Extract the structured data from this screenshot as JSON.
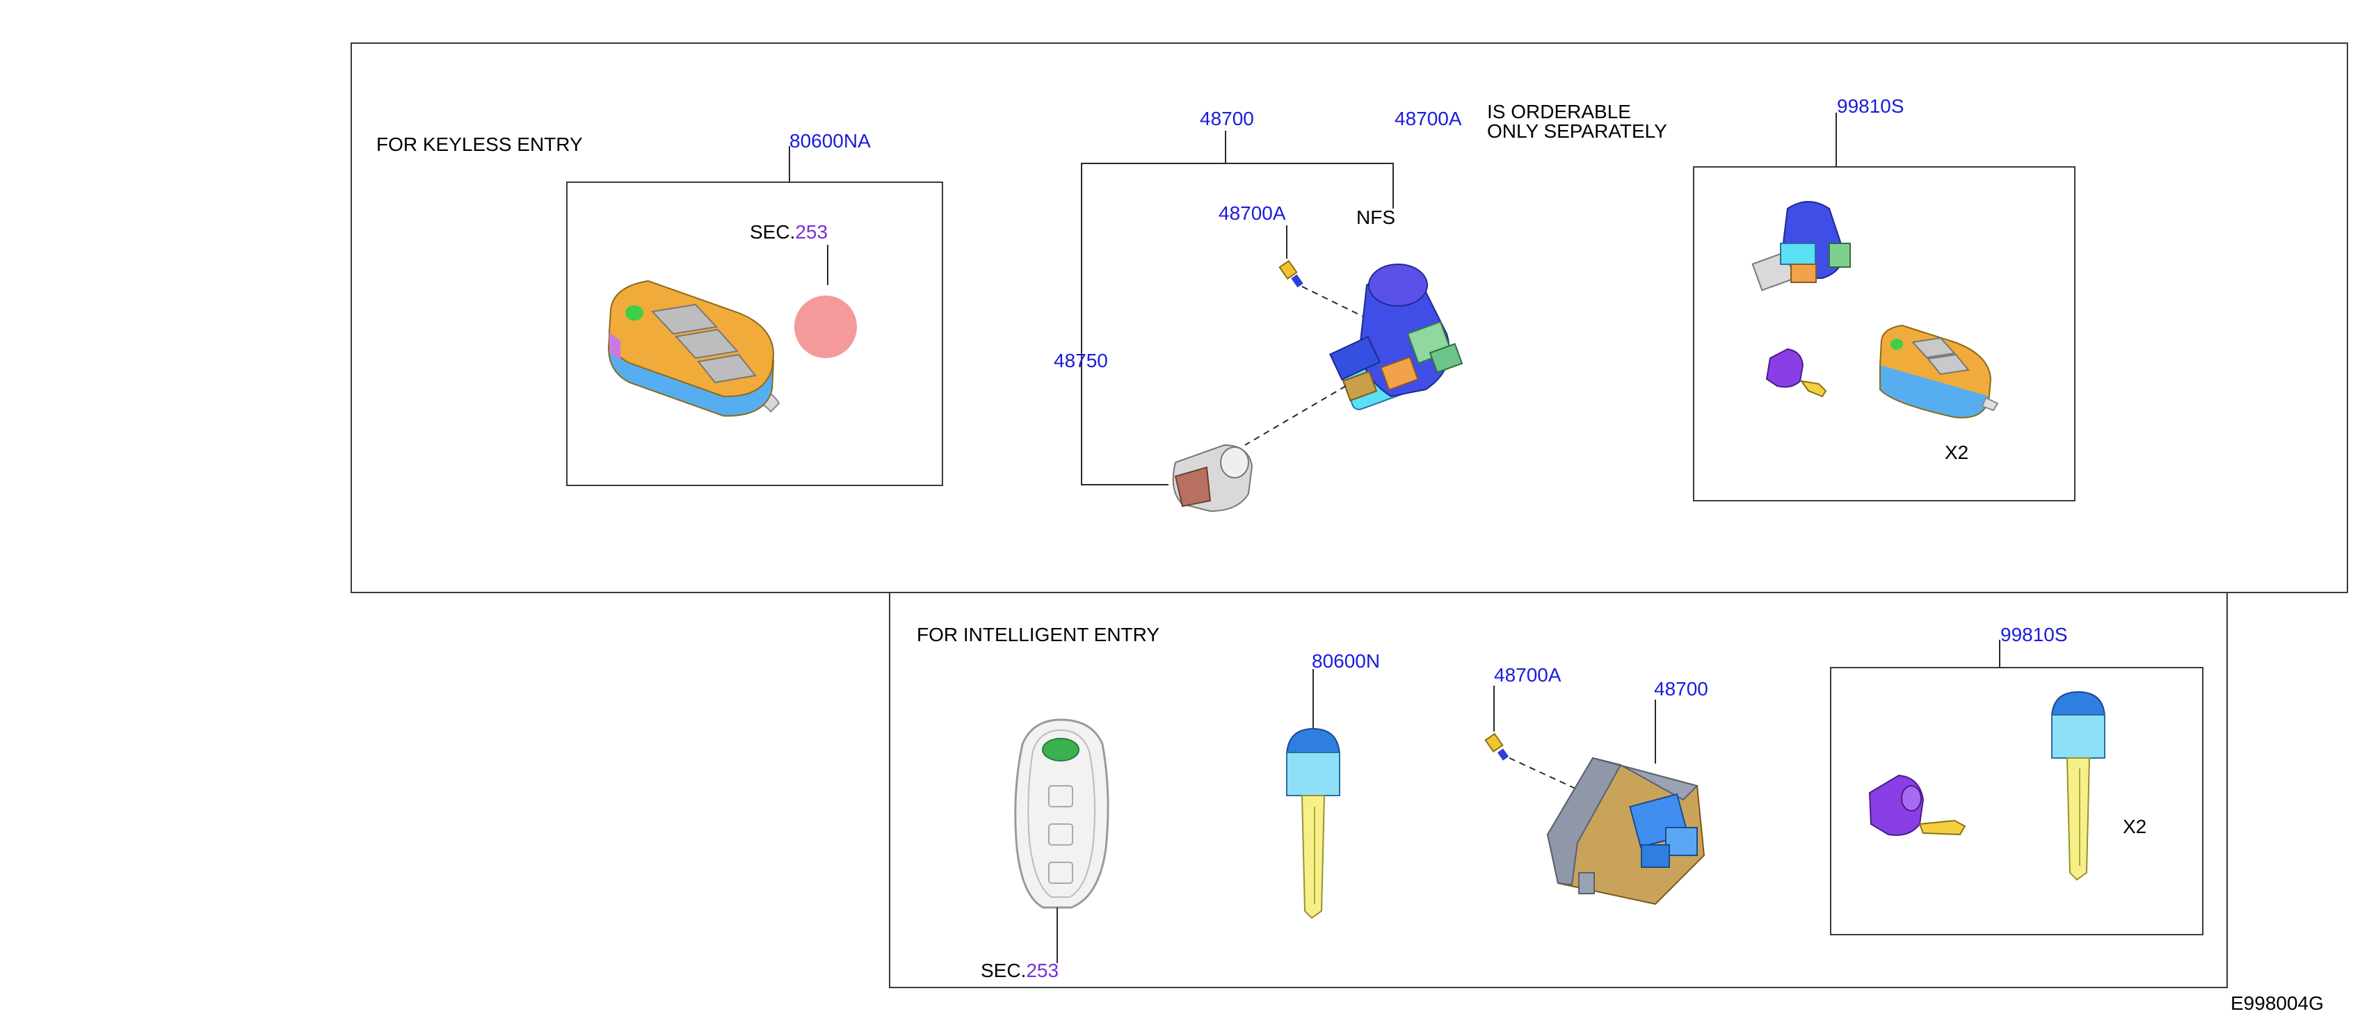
{
  "diagram": {
    "figure_code": "E998004G",
    "top": {
      "heading": "FOR KEYLESS ENTRY",
      "note_line1": "IS ORDERABLE",
      "note_line2": "ONLY SEPARATELY",
      "parts": {
        "remote": "80600NA",
        "ignition": "48700",
        "ignition_a_top": "48700A",
        "ignition_a_inner": "48700A",
        "cylinder": "48750",
        "kit": "99810S"
      },
      "sec_prefix": "SEC.",
      "sec_number": "253",
      "nfs": "NFS",
      "qty": "X2"
    },
    "bottom": {
      "heading": "FOR INTELLIGENT ENTRY",
      "parts": {
        "key": "80600N",
        "ignition_a": "48700A",
        "ignition": "48700",
        "kit": "99810S"
      },
      "sec_prefix": "SEC.",
      "sec_number": "253",
      "qty": "X2"
    }
  }
}
